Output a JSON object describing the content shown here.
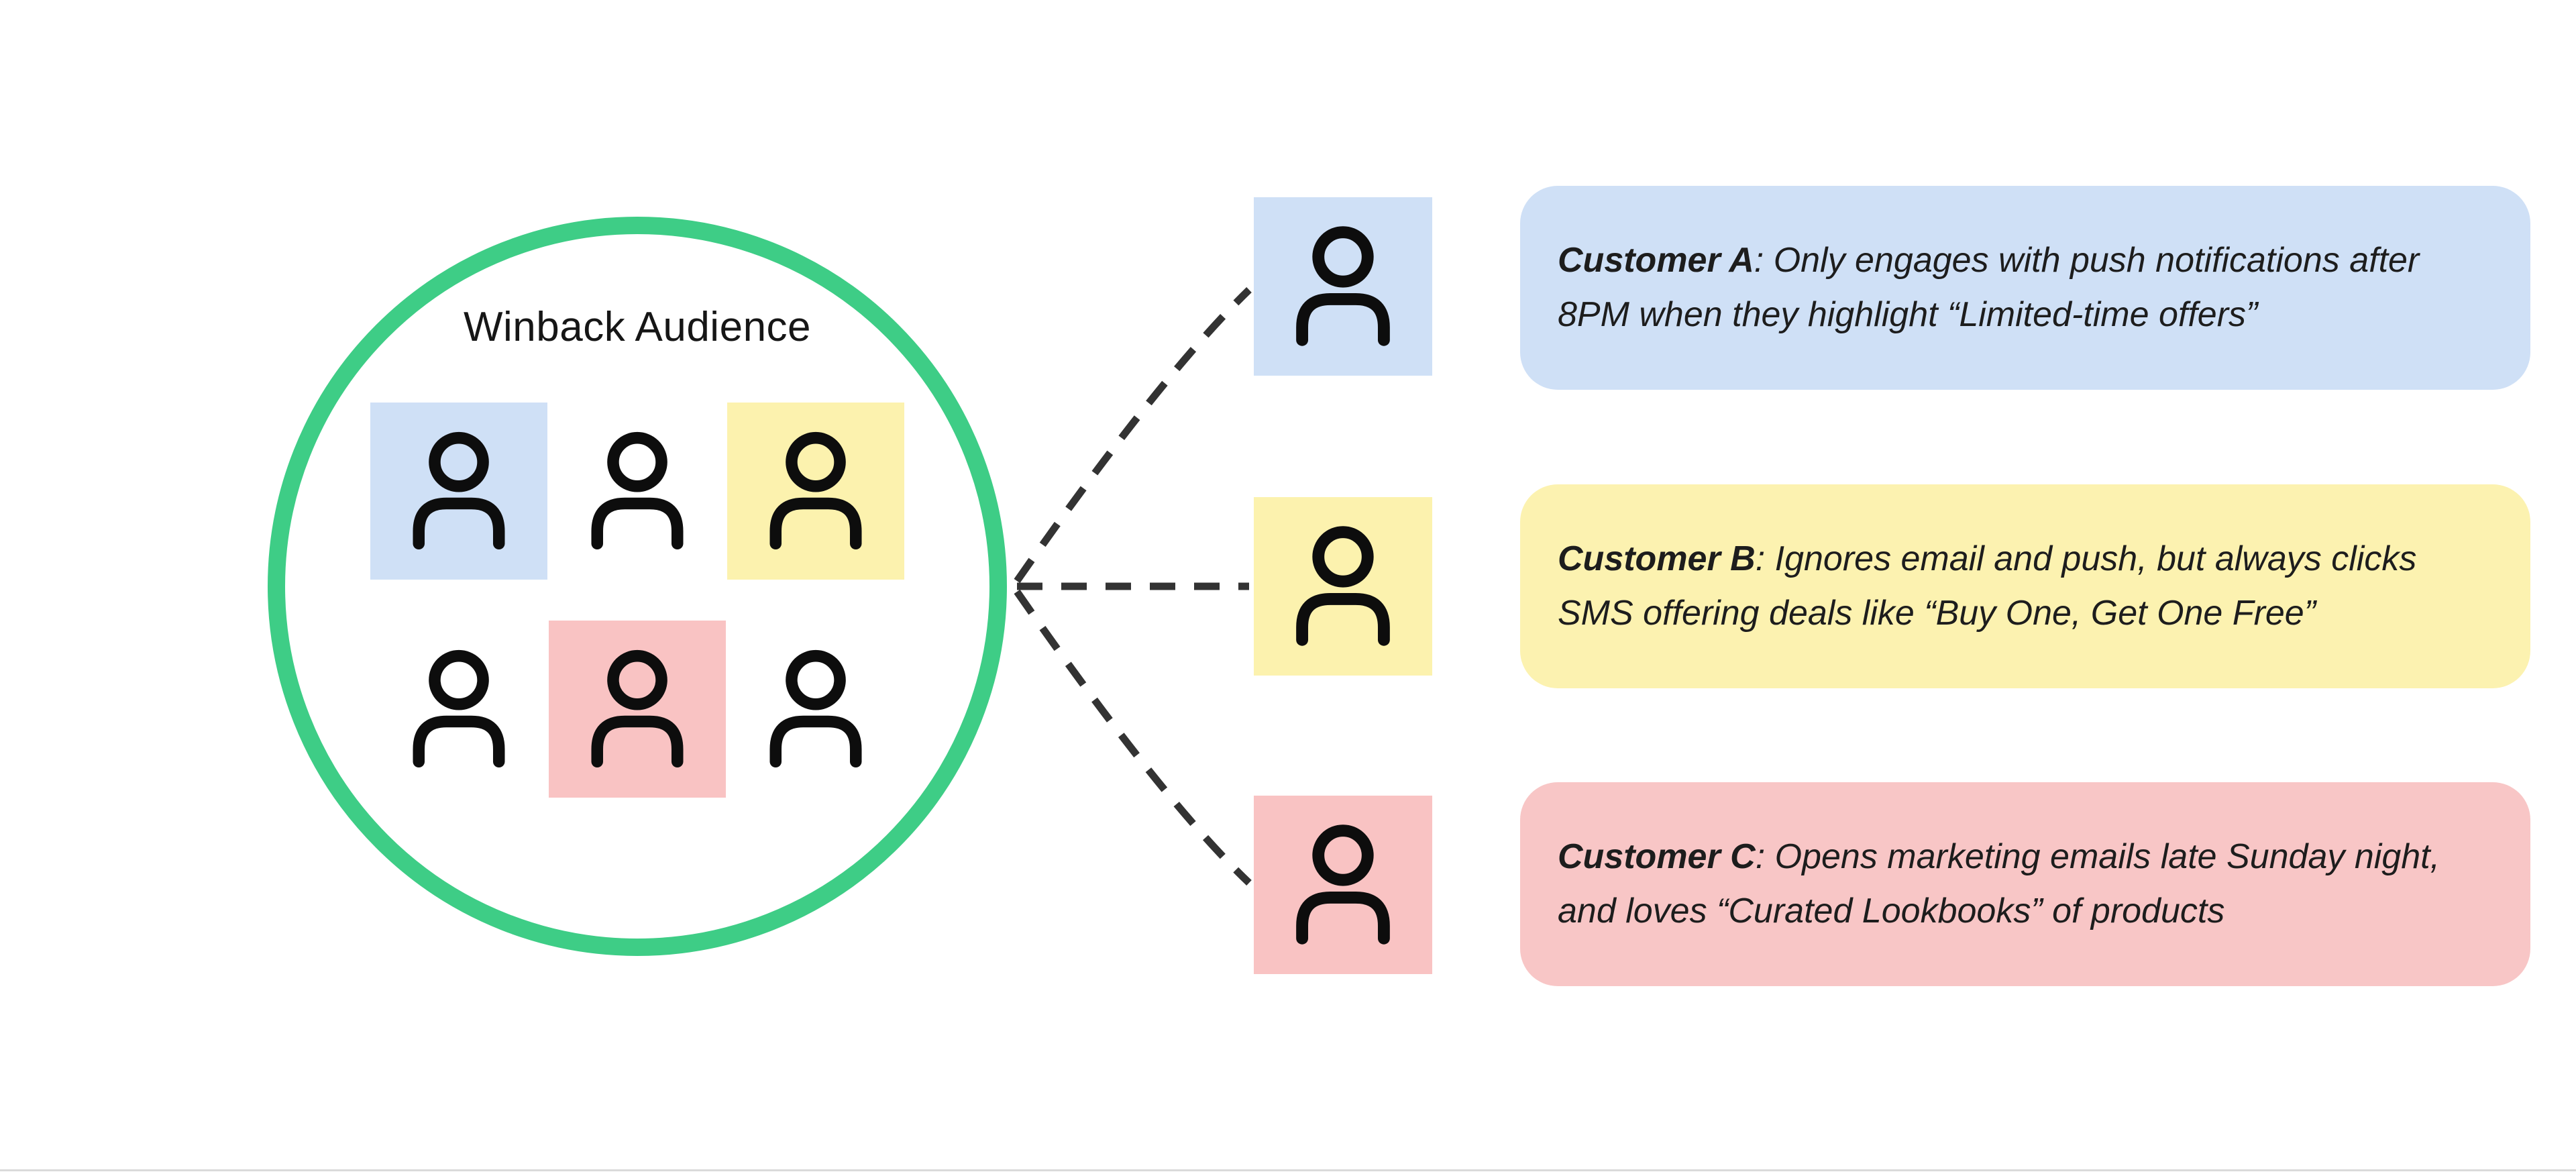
{
  "diagram": {
    "audience": {
      "title": "Winback Audience",
      "members": [
        {
          "highlight": "blue"
        },
        {
          "highlight": "none"
        },
        {
          "highlight": "yellow"
        },
        {
          "highlight": "none"
        },
        {
          "highlight": "red"
        },
        {
          "highlight": "none"
        }
      ]
    },
    "label_separator": ": ",
    "customers": [
      {
        "label": "Customer A",
        "text": "Only engages with push notifications after 8PM when they highlight “Limited-time offers”",
        "color": "#cfe0f6"
      },
      {
        "label": "Customer B",
        "text": "Ignores email and push, but always clicks SMS offering deals like “Buy One, Get One Free”",
        "color": "#fcf2b0"
      },
      {
        "label": "Customer C",
        "text": "Opens marketing emails late Sunday night, and loves “Curated Lookbooks” of products",
        "color": "#f8c6c6"
      }
    ],
    "colors": {
      "circle_stroke": "#3ecd86",
      "highlight_blue": "#cfe0f6",
      "highlight_yellow": "#fcf2ae",
      "highlight_red": "#f9c3c3",
      "connector": "#333333",
      "person_icon": "#0d0d0d",
      "background": "#ffffff"
    }
  }
}
